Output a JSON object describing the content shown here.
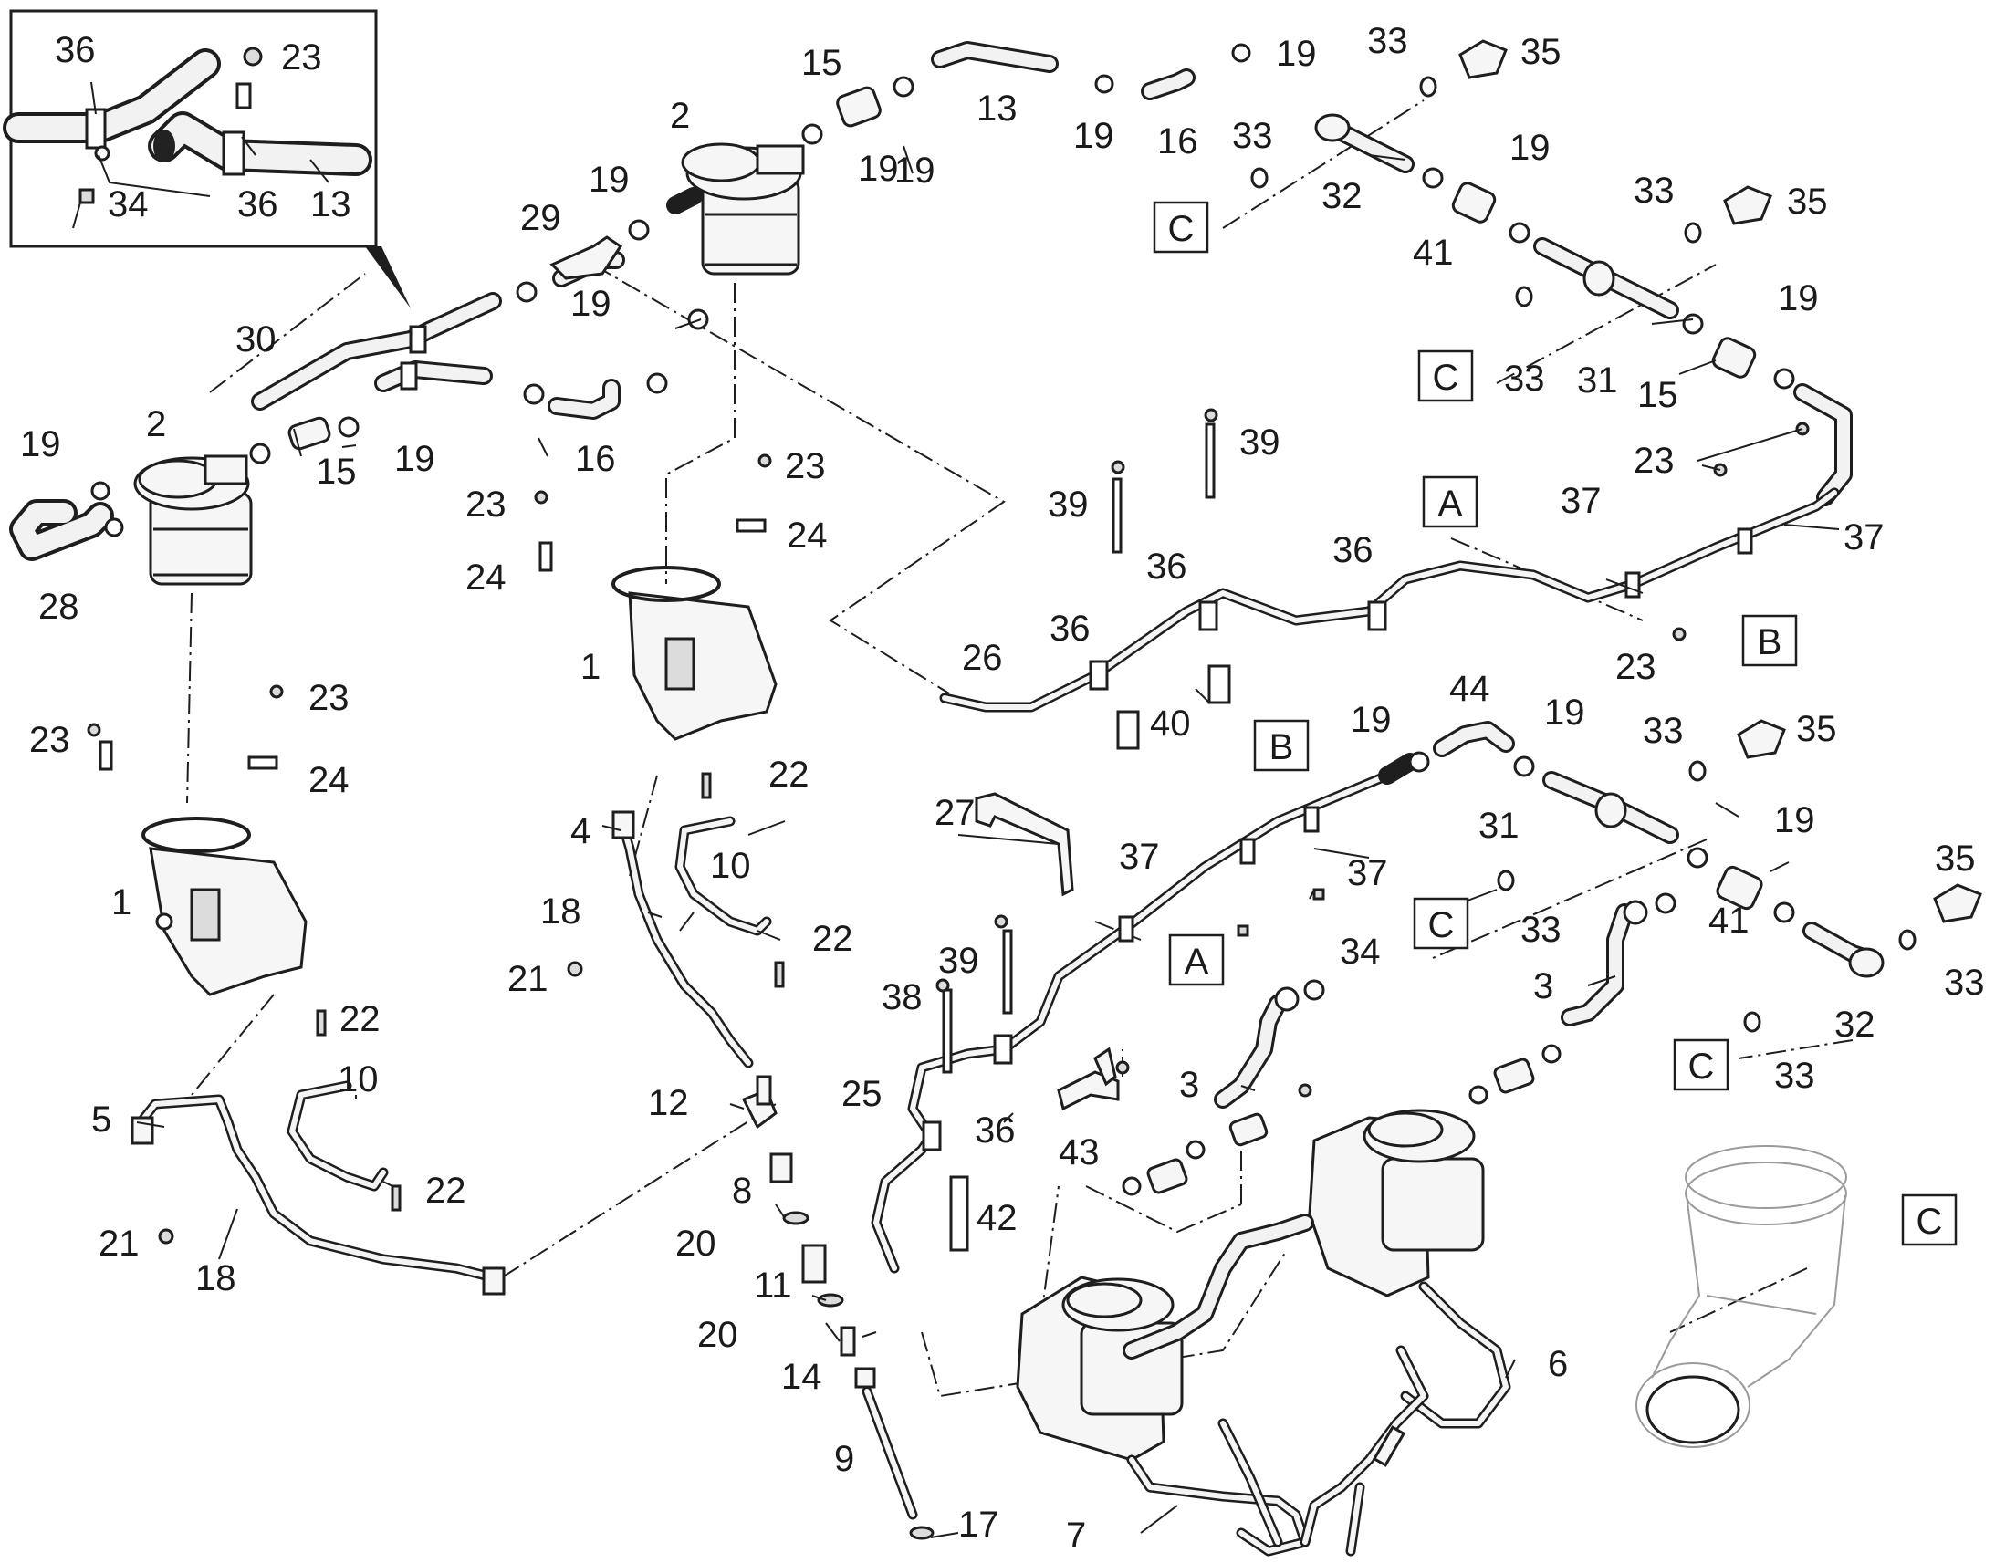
{
  "callouts": [
    {
      "id": "c36a",
      "text": "36"
    },
    {
      "id": "c23a",
      "text": "23"
    },
    {
      "id": "c34a",
      "text": "34"
    },
    {
      "id": "c36b",
      "text": "36"
    },
    {
      "id": "c13a",
      "text": "13"
    },
    {
      "id": "c15a",
      "text": "15"
    },
    {
      "id": "c2a",
      "text": "2"
    },
    {
      "id": "c19a",
      "text": "19"
    },
    {
      "id": "c13b",
      "text": "13"
    },
    {
      "id": "c19b",
      "text": "19"
    },
    {
      "id": "c16a",
      "text": "16"
    },
    {
      "id": "c19c",
      "text": "19"
    },
    {
      "id": "c33a",
      "text": "33"
    },
    {
      "id": "c35a",
      "text": "35"
    },
    {
      "id": "c33b",
      "text": "33"
    },
    {
      "id": "c29",
      "text": "29"
    },
    {
      "id": "c19d",
      "text": "19"
    },
    {
      "id": "c19e",
      "text": "19"
    },
    {
      "id": "c32a",
      "text": "32"
    },
    {
      "id": "c19f",
      "text": "19"
    },
    {
      "id": "c33c",
      "text": "33"
    },
    {
      "id": "c35b",
      "text": "35"
    },
    {
      "id": "c41a",
      "text": "41"
    },
    {
      "id": "c30",
      "text": "30"
    },
    {
      "id": "c19g",
      "text": "19"
    },
    {
      "id": "c19h",
      "text": "19"
    },
    {
      "id": "c33d",
      "text": "33"
    },
    {
      "id": "c31a",
      "text": "31"
    },
    {
      "id": "c15b",
      "text": "15"
    },
    {
      "id": "c2b",
      "text": "2"
    },
    {
      "id": "c19i",
      "text": "19"
    },
    {
      "id": "c15c",
      "text": "15"
    },
    {
      "id": "c16b",
      "text": "16"
    },
    {
      "id": "c39a",
      "text": "39"
    },
    {
      "id": "c23b",
      "text": "23"
    },
    {
      "id": "c19j",
      "text": "19"
    },
    {
      "id": "c23c",
      "text": "23"
    },
    {
      "id": "c39b",
      "text": "39"
    },
    {
      "id": "c23d",
      "text": "23"
    },
    {
      "id": "c37a",
      "text": "37"
    },
    {
      "id": "c37b",
      "text": "37"
    },
    {
      "id": "c28",
      "text": "28"
    },
    {
      "id": "c24a",
      "text": "24"
    },
    {
      "id": "c24b",
      "text": "24"
    },
    {
      "id": "c36c",
      "text": "36"
    },
    {
      "id": "c36d",
      "text": "36"
    },
    {
      "id": "c36e",
      "text": "36"
    },
    {
      "id": "c1a",
      "text": "1"
    },
    {
      "id": "c26",
      "text": "26"
    },
    {
      "id": "c23e",
      "text": "23"
    },
    {
      "id": "c23f",
      "text": "23"
    },
    {
      "id": "c23g",
      "text": "23"
    },
    {
      "id": "c40",
      "text": "40"
    },
    {
      "id": "c19k",
      "text": "19"
    },
    {
      "id": "c44",
      "text": "44"
    },
    {
      "id": "c19l",
      "text": "19"
    },
    {
      "id": "c33e",
      "text": "33"
    },
    {
      "id": "c35c",
      "text": "35"
    },
    {
      "id": "c24c",
      "text": "24"
    },
    {
      "id": "c22a",
      "text": "22"
    },
    {
      "id": "c27",
      "text": "27"
    },
    {
      "id": "c4",
      "text": "4"
    },
    {
      "id": "c10a",
      "text": "10"
    },
    {
      "id": "c37c",
      "text": "37"
    },
    {
      "id": "c31b",
      "text": "31"
    },
    {
      "id": "c19m",
      "text": "19"
    },
    {
      "id": "c35d",
      "text": "35"
    },
    {
      "id": "c1b",
      "text": "1"
    },
    {
      "id": "c18a",
      "text": "18"
    },
    {
      "id": "c37d",
      "text": "37"
    },
    {
      "id": "c22b",
      "text": "22"
    },
    {
      "id": "c33f",
      "text": "33"
    },
    {
      "id": "c41b",
      "text": "41"
    },
    {
      "id": "c34b",
      "text": "34"
    },
    {
      "id": "c21a",
      "text": "21"
    },
    {
      "id": "c39c",
      "text": "39"
    },
    {
      "id": "c22c",
      "text": "22"
    },
    {
      "id": "c38",
      "text": "38"
    },
    {
      "id": "c3a",
      "text": "3"
    },
    {
      "id": "c33g",
      "text": "33"
    },
    {
      "id": "c10b",
      "text": "10"
    },
    {
      "id": "c32b",
      "text": "32"
    },
    {
      "id": "c12",
      "text": "12"
    },
    {
      "id": "c25",
      "text": "25"
    },
    {
      "id": "c33h",
      "text": "33"
    },
    {
      "id": "c3b",
      "text": "3"
    },
    {
      "id": "c36f",
      "text": "36"
    },
    {
      "id": "c5",
      "text": "5"
    },
    {
      "id": "c43",
      "text": "43"
    },
    {
      "id": "c8",
      "text": "8"
    },
    {
      "id": "c22d",
      "text": "22"
    },
    {
      "id": "c42",
      "text": "42"
    },
    {
      "id": "c21b",
      "text": "21"
    },
    {
      "id": "c20a",
      "text": "20"
    },
    {
      "id": "c18b",
      "text": "18"
    },
    {
      "id": "c11",
      "text": "11"
    },
    {
      "id": "c20b",
      "text": "20"
    },
    {
      "id": "c6",
      "text": "6"
    },
    {
      "id": "c14",
      "text": "14"
    },
    {
      "id": "c9",
      "text": "9"
    },
    {
      "id": "c17",
      "text": "17"
    },
    {
      "id": "c7",
      "text": "7"
    }
  ],
  "view_refs": [
    {
      "id": "bxC1",
      "text": "C"
    },
    {
      "id": "bxC2",
      "text": "C"
    },
    {
      "id": "bxA1",
      "text": "A"
    },
    {
      "id": "bxB1",
      "text": "B"
    },
    {
      "id": "bxB2",
      "text": "B"
    },
    {
      "id": "bxC3",
      "text": "C"
    },
    {
      "id": "bxA2",
      "text": "A"
    },
    {
      "id": "bxC4",
      "text": "C"
    },
    {
      "id": "bxC5",
      "text": "C"
    }
  ]
}
